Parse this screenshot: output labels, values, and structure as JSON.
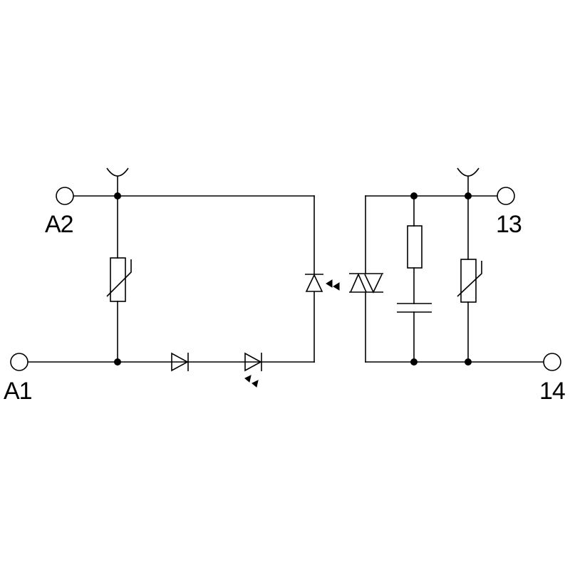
{
  "terminals": {
    "a2": "A2",
    "a1": "A1",
    "t13": "13",
    "t14": "14"
  },
  "icons": [
    "terminal-icon",
    "varistor-icon",
    "diode-icon",
    "led-icon",
    "photo-triac-icon",
    "resistor-icon",
    "capacitor-icon",
    "test-socket-icon"
  ]
}
